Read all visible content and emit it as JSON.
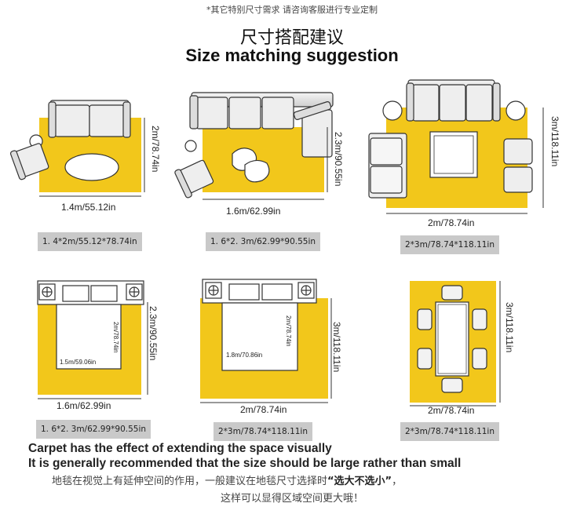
{
  "header": {
    "note": "*其它特别尺寸需求 请咨询客服进行专业定制",
    "title_cn": "尺寸搭配建议",
    "title_en": "Size matching suggestion"
  },
  "colors": {
    "rug": "#f2c71b",
    "tag_bg": "#c9c9c9",
    "furniture_fill": "#e6e6e6",
    "outline": "#333333"
  },
  "scenes": [
    {
      "name": "living-room-small",
      "width_label": "1.4m/55.12in",
      "height_label": "2m/78.74in",
      "size_tag": "1. 4*2m/55.12*78.74in"
    },
    {
      "name": "living-room-medium",
      "width_label": "1.6m/62.99in",
      "height_label": "2.3m/90.55in",
      "size_tag": "1. 6*2. 3m/62.99*90.55in"
    },
    {
      "name": "living-room-large",
      "width_label": "2m/78.74in",
      "height_label": "3m/118.11in",
      "size_tag": "2*3m/78.74*118.11in"
    },
    {
      "name": "bedroom-medium",
      "width_label": "1.6m/62.99in",
      "height_label": "2.3m/90.55in",
      "bed_width_label": "1.5m/59.06in",
      "bed_length_label": "2m/78.74in",
      "size_tag": "1. 6*2. 3m/62.99*90.55in"
    },
    {
      "name": "bedroom-large",
      "width_label": "2m/78.74in",
      "height_label": "3m/118.11in",
      "bed_width_label": "1.8m/70.86in",
      "bed_length_label": "2m/78.74in",
      "size_tag": "2*3m/78.74*118.11in"
    },
    {
      "name": "dining-room",
      "width_label": "2m/78.74in",
      "height_label": "3m/118.11in",
      "size_tag": "2*3m/78.74*118.11in"
    }
  ],
  "footer": {
    "line1": "Carpet has the effect of extending the space visually",
    "line2": "It is generally recommended that the size should be large rather than small",
    "line3_prefix": "地毯在视觉上有延伸空间的作用，一般建议在地毯尺寸选择时",
    "line3_emphasis": "“选大不选小”",
    "line3_suffix": "，",
    "line4": "这样可以显得区域空间更大哦！"
  }
}
